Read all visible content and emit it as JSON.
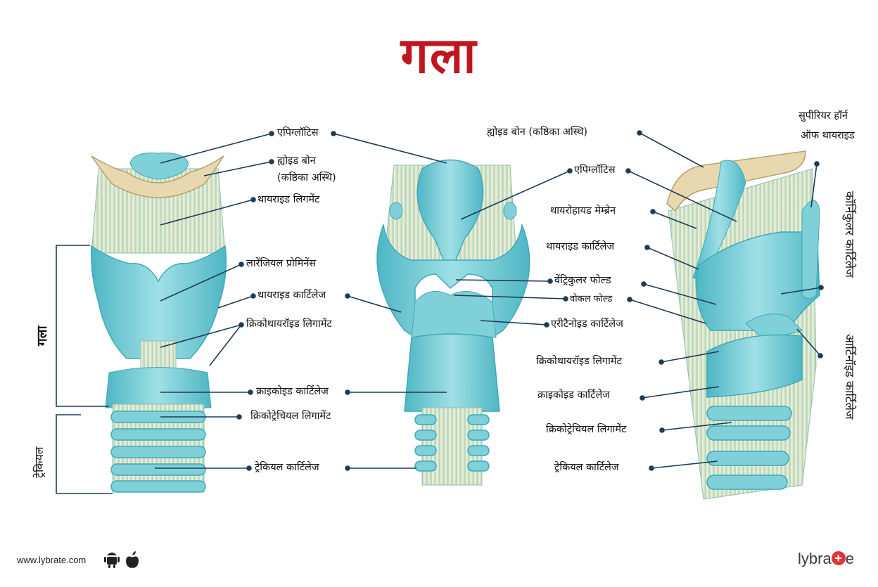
{
  "title": "गला",
  "side_labels": {
    "throat": "गला",
    "trachea": "ट्रेकियल"
  },
  "front_view": {
    "epiglottis": "एपिग्लॉटिस",
    "hyoid_bone_1": "ह्योइड बोन",
    "hyoid_bone_2": "(कष्ठिका अस्थि)",
    "thyroid_ligament": "थायराइड लिगमेंट",
    "laryngeal_prominence": "लारेंजियल प्रोमिनेंस",
    "thyroid_cartilage": "थायराइड कार्टिलेज",
    "cricothyroid_ligament": "क्रिकोथायरॉइड लिगामेंट",
    "cricoid_cartilage": "क्राइकोइड कार्टिलेज",
    "cricotracheal_ligament": "क्रिकोट्रेचियल लिगामेंट",
    "tracheal_cartilage": "ट्रेकियल कार्टिलेज"
  },
  "side_view": {
    "superior_horn_1": "सुपीरियर हॉर्न",
    "superior_horn_2": "ऑफ थायराइड",
    "hyoid_bone": "ह्योइड बोन (कष्ठिका अस्थि)",
    "epiglottis": "एपिग्लॉटिस",
    "thyrohyoid_membrane": "थायरोहायड मेम्ब्रेन",
    "thyroid_cartilage": "थायराइड कार्टिलेज",
    "ventricular_fold": "वेंट्रिकुलर फोल्ड",
    "vocal_fold": "वोकल फोल्ड",
    "arytenoid_cartilage": "एरीटैनोइड कार्टिलेज",
    "cricothyroid_ligament": "क्रिकोथायरॉइड लिगामेंट",
    "cricoid_cartilage": "क्राइकोइड कार्टिलेज",
    "cricotracheal_ligament": "क्रिकोट्रेचियल लिगामेंट",
    "tracheal_cartilage": "ट्रेकियल कार्टिलेज",
    "corniculate_cartilage": "कॉर्निकुलर कार्टिलेज",
    "arytenoid_vertical": "आर्टिनॉइड कार्टिलेज"
  },
  "footer": {
    "url": "www.lybrate.com",
    "brand_prefix": "lybra",
    "brand_plus": "+",
    "brand_suffix": "e"
  },
  "colors": {
    "title": "#c0161e",
    "cartilage": "#7fd0d8",
    "cartilage_dark": "#3fa9b8",
    "ligament": "#dfe8c8",
    "bone": "#e7d8b0",
    "leader": "#1f3b57",
    "brand_plus": "#e0363a"
  }
}
